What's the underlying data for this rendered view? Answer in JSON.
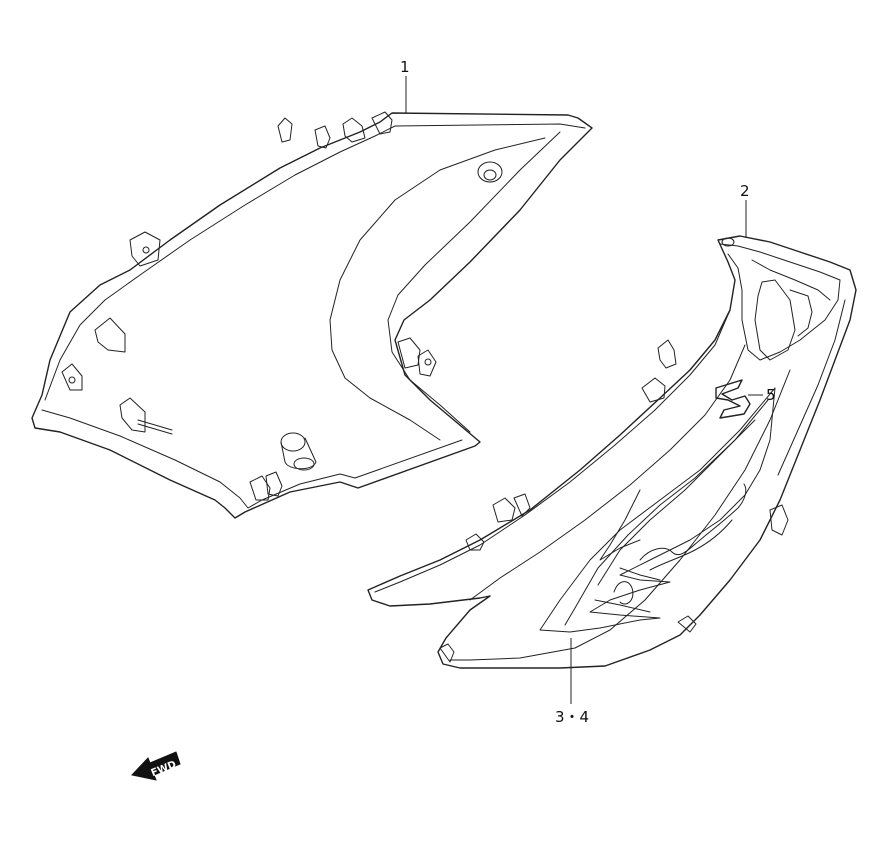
{
  "callouts": {
    "part1": "1",
    "part2": "2",
    "part34": "3・4",
    "part5": "5"
  },
  "badge": {
    "fwd": "FWD"
  },
  "colors": {
    "ink": "#222222",
    "background": "#ffffff"
  }
}
